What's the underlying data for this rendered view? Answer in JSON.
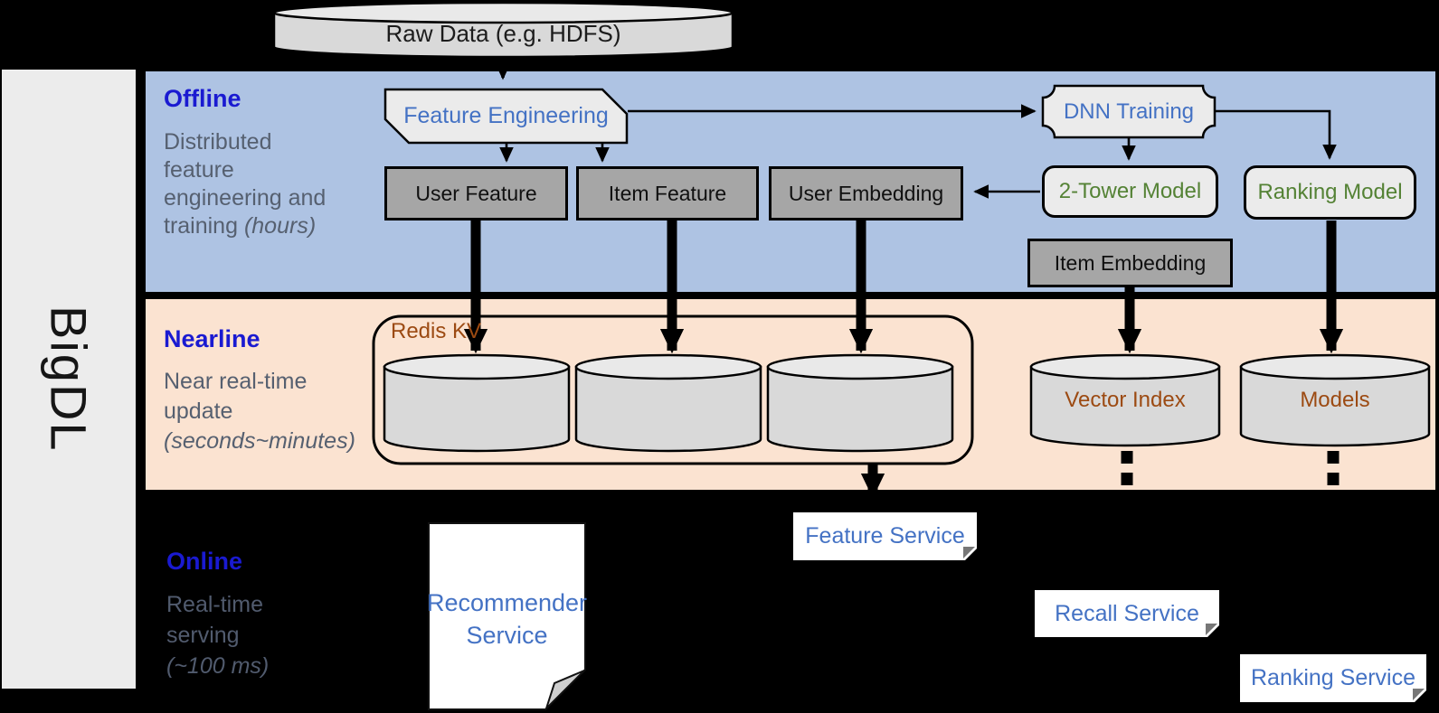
{
  "sidebar": {
    "label": "BigDL"
  },
  "source": {
    "label": "Raw Data (e.g. HDFS)"
  },
  "bands": {
    "offline": {
      "title": "Offline",
      "lines": [
        "Distributed",
        "feature",
        "engineering and",
        "training"
      ],
      "duration": "(hours)"
    },
    "nearline": {
      "title": "Nearline",
      "lines": [
        "Near real-time",
        "update"
      ],
      "duration": "(seconds~minutes)"
    },
    "online": {
      "title": "Online",
      "lines": [
        "Real-time",
        "serving"
      ],
      "duration": "(~100 ms)"
    }
  },
  "offline_nodes": {
    "feature_engineering": "Feature Engineering",
    "dnn_training": "DNN Training",
    "user_feature": "User Feature",
    "item_feature": "Item Feature",
    "user_embedding": "User Embedding",
    "two_tower_model": "2-Tower Model",
    "ranking_model": "Ranking Model",
    "item_embedding": "Item Embedding"
  },
  "nearline_nodes": {
    "redis_kv": "Redis KV",
    "vector_index": "Vector Index",
    "models": "Models"
  },
  "online_nodes": {
    "feature_service": "Feature Service",
    "recommender_service": "Recommender Service",
    "recall_service": "Recall Service",
    "ranking_service": "Ranking Service"
  },
  "colors": {
    "background": "#000000",
    "sidebar_bg": "#ececec",
    "offline_band": "#aec3e3",
    "nearline_band": "#fbe3d1",
    "band_title_blue": "#1a1ad1",
    "band_subtitle_gray": "#566070",
    "process_text_blue": "#4472c4",
    "model_text_green": "#548235",
    "storage_text_brown": "#9c4a12",
    "feature_box_gray": "#a6a6a6",
    "shape_fill_light": "#ebebeb",
    "cylinder_fill": "#d9d9d9"
  }
}
